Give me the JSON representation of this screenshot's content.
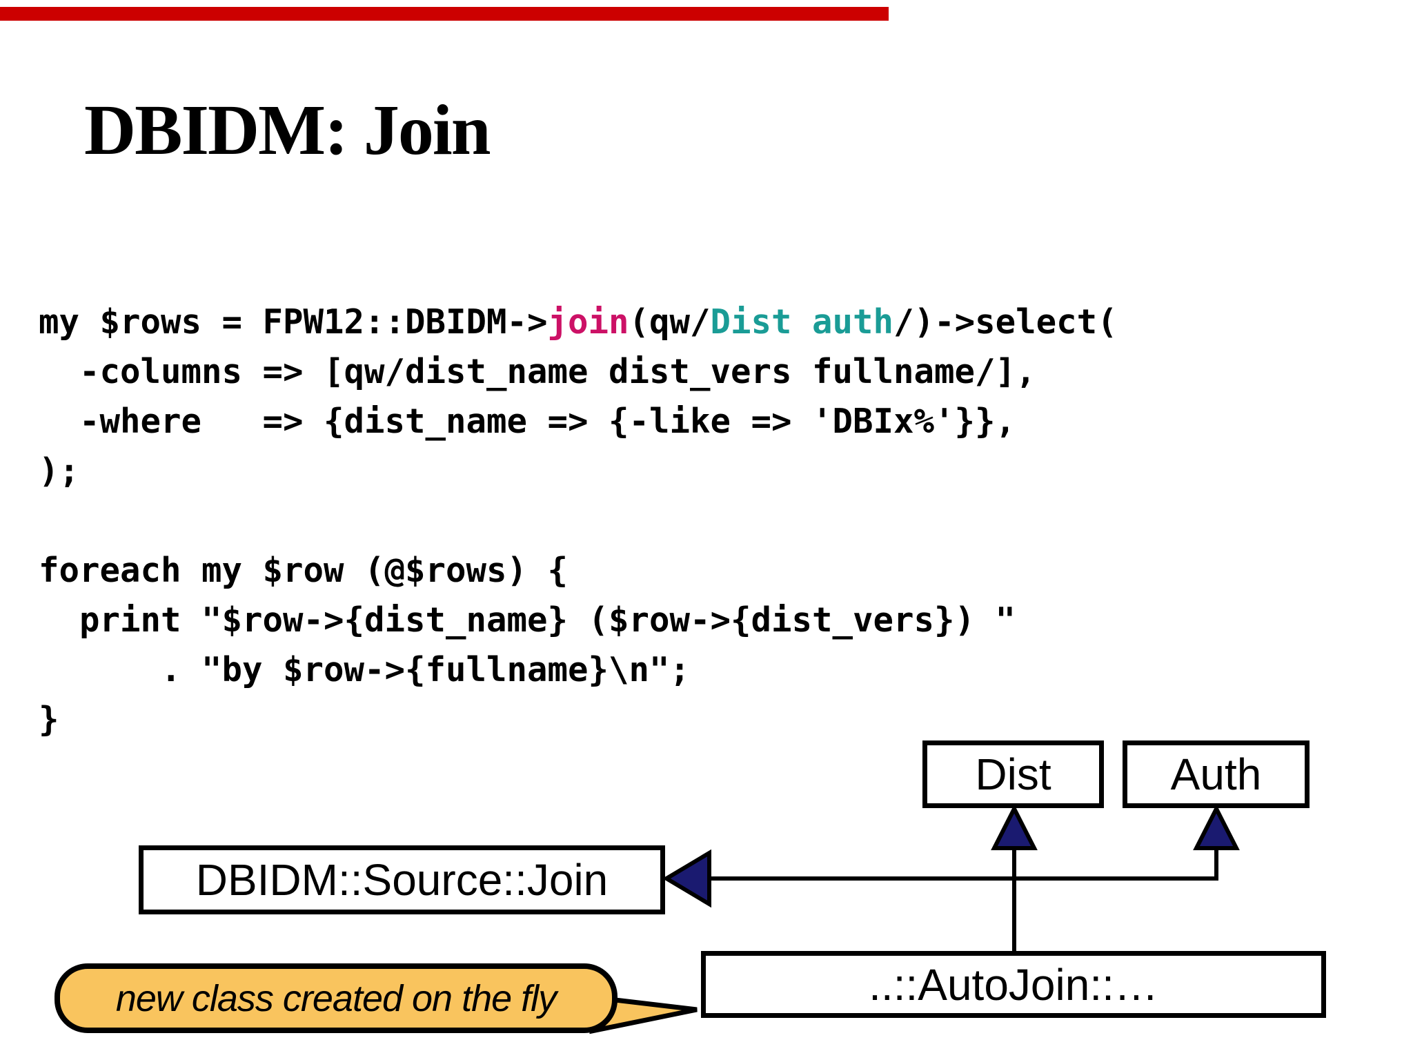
{
  "slide": {
    "title": "DBIDM: Join",
    "progress_bar": {
      "color": "#cc0000"
    },
    "code": {
      "color_join_token": "#cc1166",
      "color_qw_args_token": "#1a9c96",
      "color_default": "#000000",
      "l1": [
        {
          "t": "my $rows = FPW12::DBIDM->"
        },
        {
          "t": "join",
          "color": "#cc1166"
        },
        {
          "t": "(qw/"
        },
        {
          "t": "Dist auth",
          "color": "#1a9c96"
        },
        {
          "t": "/)->select("
        }
      ],
      "l2": "  -columns => [qw/dist_name dist_vers fullname/],",
      "l3": "  -where   => {dist_name => {-like => 'DBIx%'}},",
      "l4": ");",
      "l5": "",
      "l6": "foreach my $row (@$rows) {",
      "l7": "  print \"$row->{dist_name} ($row->{dist_vers}) \"",
      "l8": "      . \"by $row->{fullname}\\n\";",
      "l9": "}"
    },
    "diagram": {
      "boxes": {
        "dist": "Dist",
        "auth": "Auth",
        "source_join": "DBIDM::Source::Join",
        "autojoin": "..::AutoJoin::…"
      },
      "inheritance_arrow_color": "#1a1a70",
      "line_color": "#000000",
      "callout": {
        "text": "new class created on the fly",
        "fill_color": "#f9c45e"
      }
    }
  }
}
